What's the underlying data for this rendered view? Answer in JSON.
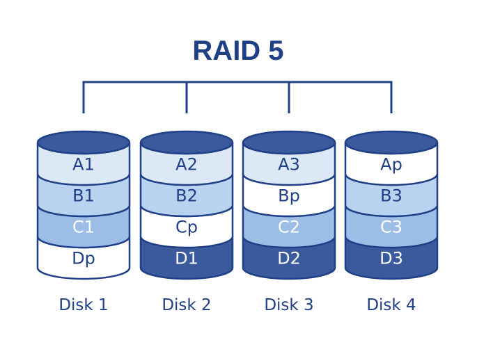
{
  "title": "RAID 5",
  "colors": {
    "stroke": "#1f3f86",
    "top": "#3b5a9d",
    "light": "#dde8f6",
    "mid": "#b9d2ef",
    "med": "#9cbde6",
    "white": "#ffffff",
    "dark": "#3b5a9d",
    "label": "#1f3f86"
  },
  "disks": [
    {
      "label": "Disk 1",
      "segments": [
        {
          "text": "A1",
          "fill": "light"
        },
        {
          "text": "B1",
          "fill": "mid"
        },
        {
          "text": "C1",
          "fill": "med"
        },
        {
          "text": "Dp",
          "fill": "white"
        }
      ]
    },
    {
      "label": "Disk 2",
      "segments": [
        {
          "text": "A2",
          "fill": "light"
        },
        {
          "text": "B2",
          "fill": "mid"
        },
        {
          "text": "Cp",
          "fill": "white"
        },
        {
          "text": "D1",
          "fill": "dark"
        }
      ]
    },
    {
      "label": "Disk 3",
      "segments": [
        {
          "text": "A3",
          "fill": "light"
        },
        {
          "text": "Bp",
          "fill": "white"
        },
        {
          "text": "C2",
          "fill": "med"
        },
        {
          "text": "D2",
          "fill": "dark"
        }
      ]
    },
    {
      "label": "Disk 4",
      "segments": [
        {
          "text": "Ap",
          "fill": "white"
        },
        {
          "text": "B3",
          "fill": "mid"
        },
        {
          "text": "C3",
          "fill": "med"
        },
        {
          "text": "D3",
          "fill": "dark"
        }
      ]
    }
  ]
}
